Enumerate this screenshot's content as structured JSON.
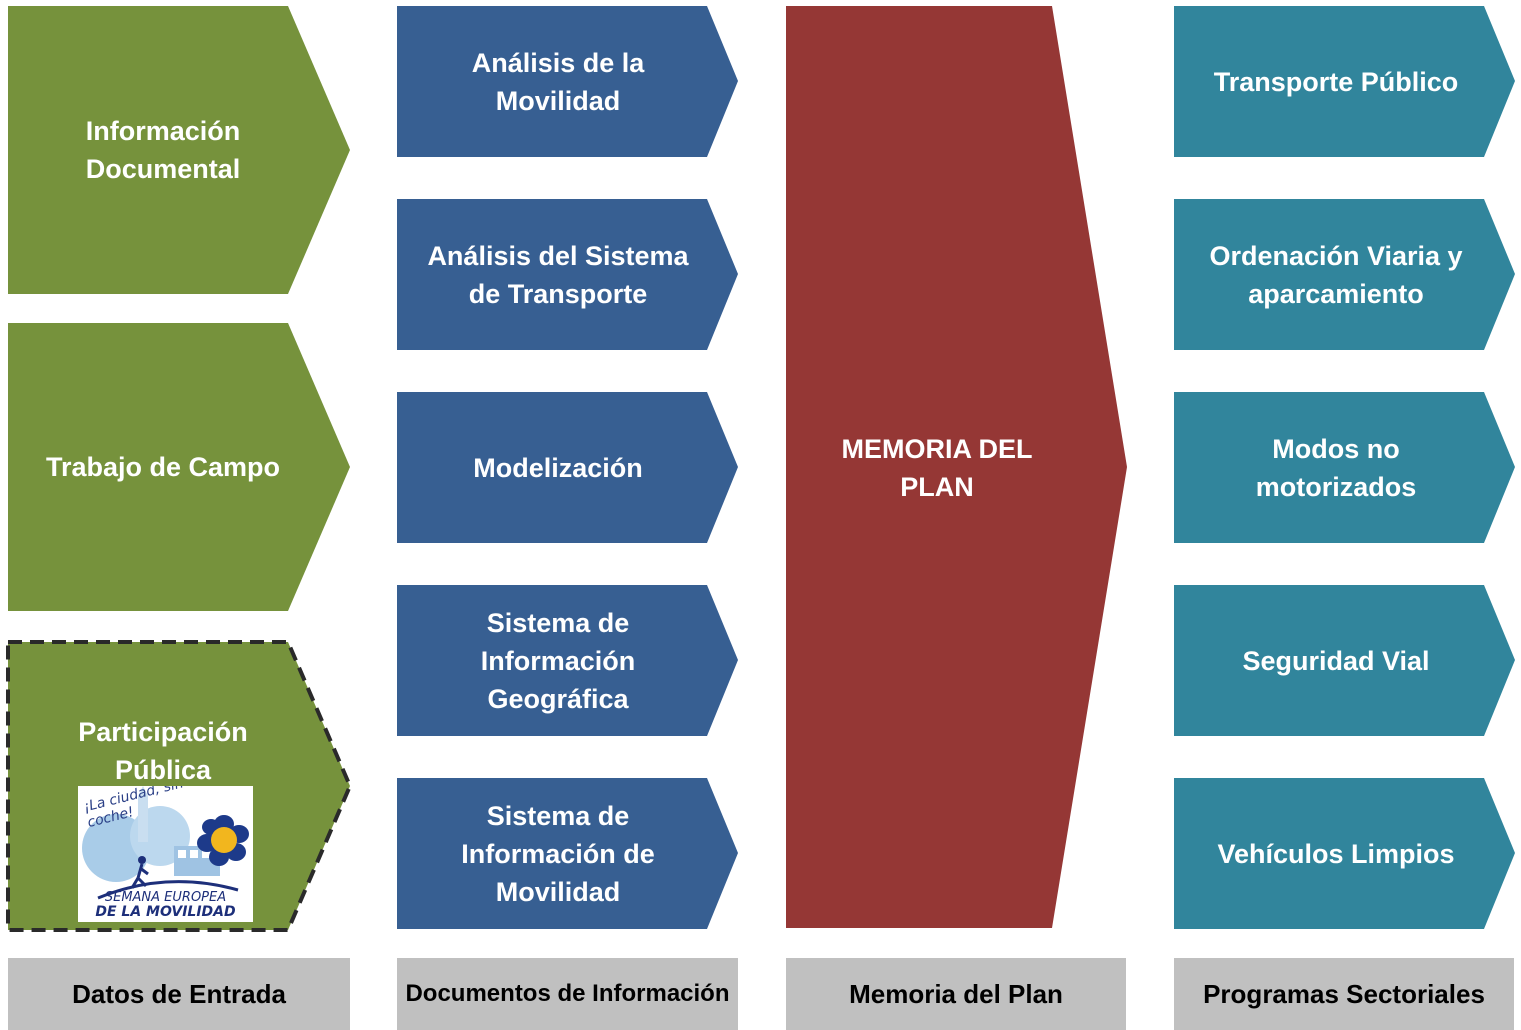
{
  "colors": {
    "inputs": "#76923c",
    "documents": "#375f92",
    "memoria": "#953735",
    "programs": "#31859c",
    "footer": "#c0c0c0"
  },
  "inputs": [
    {
      "label": "Información\nDocumental"
    },
    {
      "label": "Trabajo de Campo"
    },
    {
      "label": "Participación\nPública"
    }
  ],
  "documents": [
    {
      "label": "Análisis de la\nMovilidad"
    },
    {
      "label": "Análisis del Sistema\nde Transporte"
    },
    {
      "label": "Modelización"
    },
    {
      "label": "Sistema de\nInformación\nGeográfica"
    },
    {
      "label": "Sistema de\nInformación de\nMovilidad"
    }
  ],
  "memoria": {
    "label": "MEMORIA DEL\nPLAN"
  },
  "programs": [
    {
      "label": "Transporte Público"
    },
    {
      "label": "Ordenación Viaria y\naparcamiento"
    },
    {
      "label": "Modos no\nmotorizados"
    },
    {
      "label": "Seguridad Vial"
    },
    {
      "label": "Vehículos Limpios"
    }
  ],
  "logo": {
    "slogan": "¡La ciudad, sin mi coche!",
    "line1": "SEMANA EUROPEA",
    "line2": "DE LA MOVILIDAD"
  },
  "footer": [
    {
      "label": "Datos de Entrada"
    },
    {
      "label": "Documentos de Información"
    },
    {
      "label": "Memoria del Plan"
    },
    {
      "label": "Programas Sectoriales"
    }
  ]
}
